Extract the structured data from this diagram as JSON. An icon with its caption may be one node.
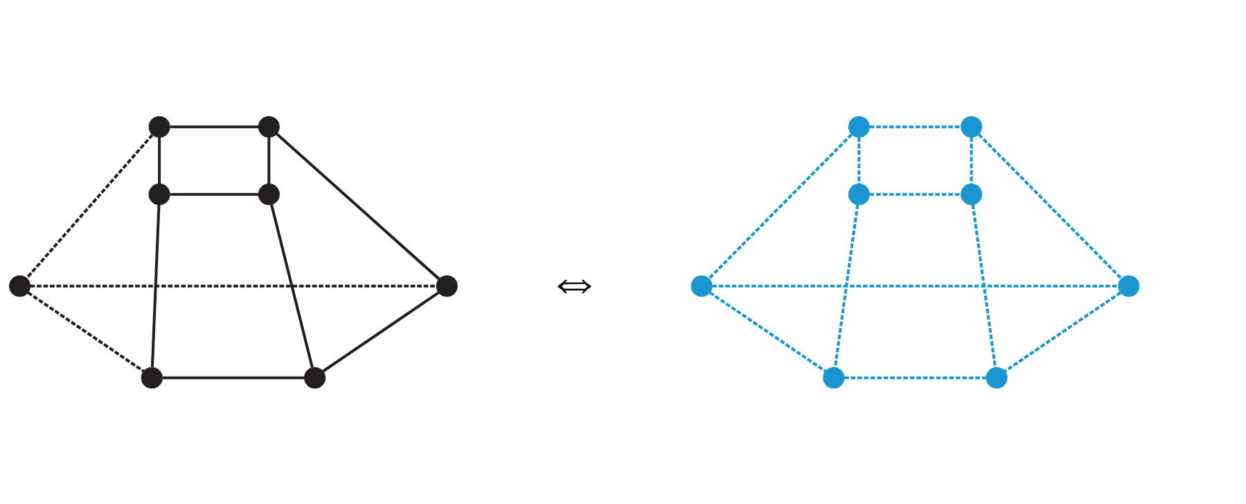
{
  "diagram": {
    "nodes": [
      {
        "text": [],
        "shape": "circle"
      },
      {
        "text": [],
        "shape": "circle"
      },
      {
        "text": [],
        "shape": "circle"
      },
      {
        "text": [],
        "shape": "circle"
      },
      {
        "text": [],
        "shape": "circle"
      },
      {
        "text": [],
        "shape": "circle"
      },
      {
        "text": [],
        "shape": "circle"
      },
      {
        "text": [],
        "shape": "circle"
      },
      {
        "text": [],
        "shape": "circle"
      },
      {
        "text": [],
        "shape": "circle"
      },
      {
        "text": [],
        "shape": "circle"
      },
      {
        "text": [],
        "shape": "circle"
      },
      {
        "text": [],
        "shape": "circle"
      },
      {
        "text": [],
        "shape": "circle"
      },
      {
        "text": [],
        "shape": "circle"
      },
      {
        "text": [],
        "shape": "circle"
      }
    ],
    "edges": [
      {
        "from": 0,
        "to": 1,
        "arrow": "none"
      },
      {
        "from": 0,
        "to": 2,
        "arrow": "none"
      },
      {
        "from": 1,
        "to": 3,
        "arrow": "none"
      },
      {
        "from": 2,
        "to": 3,
        "arrow": "none"
      },
      {
        "from": 0,
        "to": 4,
        "arrow": "none",
        "style": "dashed"
      },
      {
        "from": 1,
        "to": 5,
        "arrow": "none"
      },
      {
        "from": 2,
        "to": 6,
        "arrow": "none"
      },
      {
        "from": 3,
        "to": 7,
        "arrow": "none"
      },
      {
        "from": 4,
        "to": 5,
        "arrow": "none",
        "style": "dashed"
      },
      {
        "from": 4,
        "to": 6,
        "arrow": "none",
        "style": "dashed"
      },
      {
        "from": 5,
        "to": 7,
        "arrow": "none"
      },
      {
        "from": 6,
        "to": 7,
        "arrow": "none"
      },
      {
        "from": 8,
        "to": 9,
        "arrow": "none",
        "style": "dashed",
        "color": "#1a96d2"
      },
      {
        "from": 8,
        "to": 10,
        "arrow": "none",
        "style": "dashed",
        "color": "#1a96d2"
      },
      {
        "from": 9,
        "to": 11,
        "arrow": "none",
        "style": "dashed",
        "color": "#1a96d2"
      },
      {
        "from": 10,
        "to": 11,
        "arrow": "none",
        "style": "dashed",
        "color": "#1a96d2"
      },
      {
        "from": 8,
        "to": 12,
        "arrow": "none",
        "style": "dashed",
        "color": "#1a96d2"
      },
      {
        "from": 9,
        "to": 13,
        "arrow": "none",
        "style": "dashed",
        "color": "#1a96d2"
      },
      {
        "from": 10,
        "to": 14,
        "arrow": "none",
        "style": "dashed",
        "color": "#1a96d2"
      },
      {
        "from": 11,
        "to": 15,
        "arrow": "none",
        "style": "dashed",
        "color": "#1a96d2"
      },
      {
        "from": 12,
        "to": 13,
        "arrow": "none",
        "style": "dashed",
        "color": "#1a96d2"
      },
      {
        "from": 12,
        "to": 14,
        "arrow": "none",
        "style": "dashed",
        "color": "#1a96d2"
      },
      {
        "from": 13,
        "to": 15,
        "arrow": "none",
        "style": "dashed",
        "color": "#1a96d2"
      },
      {
        "from": 14,
        "to": 15,
        "arrow": "none",
        "style": "dashed",
        "color": "#1a96d2"
      }
    ],
    "labels": [
      "⇔"
    ]
  }
}
